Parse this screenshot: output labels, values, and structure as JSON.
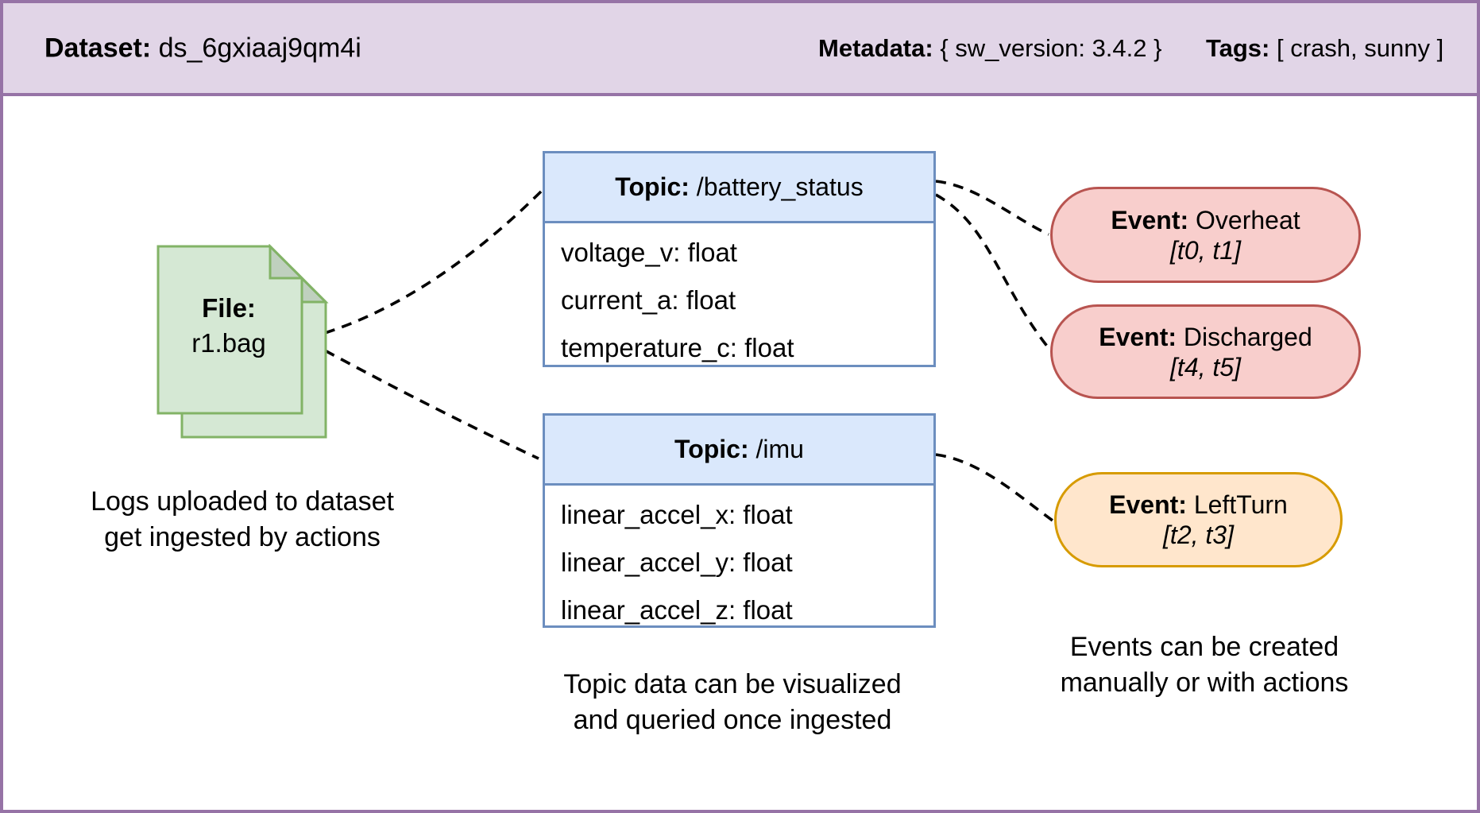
{
  "page": {
    "background": "#ffffff",
    "frame_color": "#9673a6"
  },
  "header": {
    "fill": "#e1d5e7",
    "border": "#9673a6",
    "dataset_label": "Dataset:",
    "dataset_value": " ds_6gxiaaj9qm4i",
    "metadata_label": "Metadata:",
    "metadata_value": " { sw_version: 3.4.2 }",
    "tags_label": "Tags:",
    "tags_value": " [ crash, sunny ]"
  },
  "file": {
    "icon": "stacked-documents-icon",
    "label": "File:",
    "name": "r1.bag",
    "fill": "#d5e8d4",
    "border": "#82b366",
    "caption": [
      "Logs uploaded to dataset",
      "get ingested by actions"
    ]
  },
  "topics": [
    {
      "title_label": "Topic:",
      "title_value": " /battery_status",
      "fields": [
        "voltage_v: float",
        "current_a: float",
        "temperature_c: float"
      ],
      "header_fill": "#dae8fc",
      "border": "#6c8ebf"
    },
    {
      "title_label": "Topic:",
      "title_value": " /imu",
      "fields": [
        "linear_accel_x: float",
        "linear_accel_y: float",
        "linear_accel_z: float"
      ],
      "header_fill": "#dae8fc",
      "border": "#6c8ebf"
    }
  ],
  "topics_caption": [
    "Topic data can be visualized",
    "and queried once ingested"
  ],
  "events": [
    {
      "label": "Event:",
      "name": " Overheat",
      "range": "[t0, t1]",
      "fill": "#f8cecc",
      "border": "#b85450"
    },
    {
      "label": "Event:",
      "name": " Discharged",
      "range": "[t4, t5]",
      "fill": "#f8cecc",
      "border": "#b85450"
    },
    {
      "label": "Event:",
      "name": " LeftTurn",
      "range": "[t2, t3]",
      "fill": "#ffe6cc",
      "border": "#d79b00"
    }
  ],
  "events_caption": [
    "Events can be created",
    "manually or with actions"
  ],
  "connector_color": "#000000"
}
